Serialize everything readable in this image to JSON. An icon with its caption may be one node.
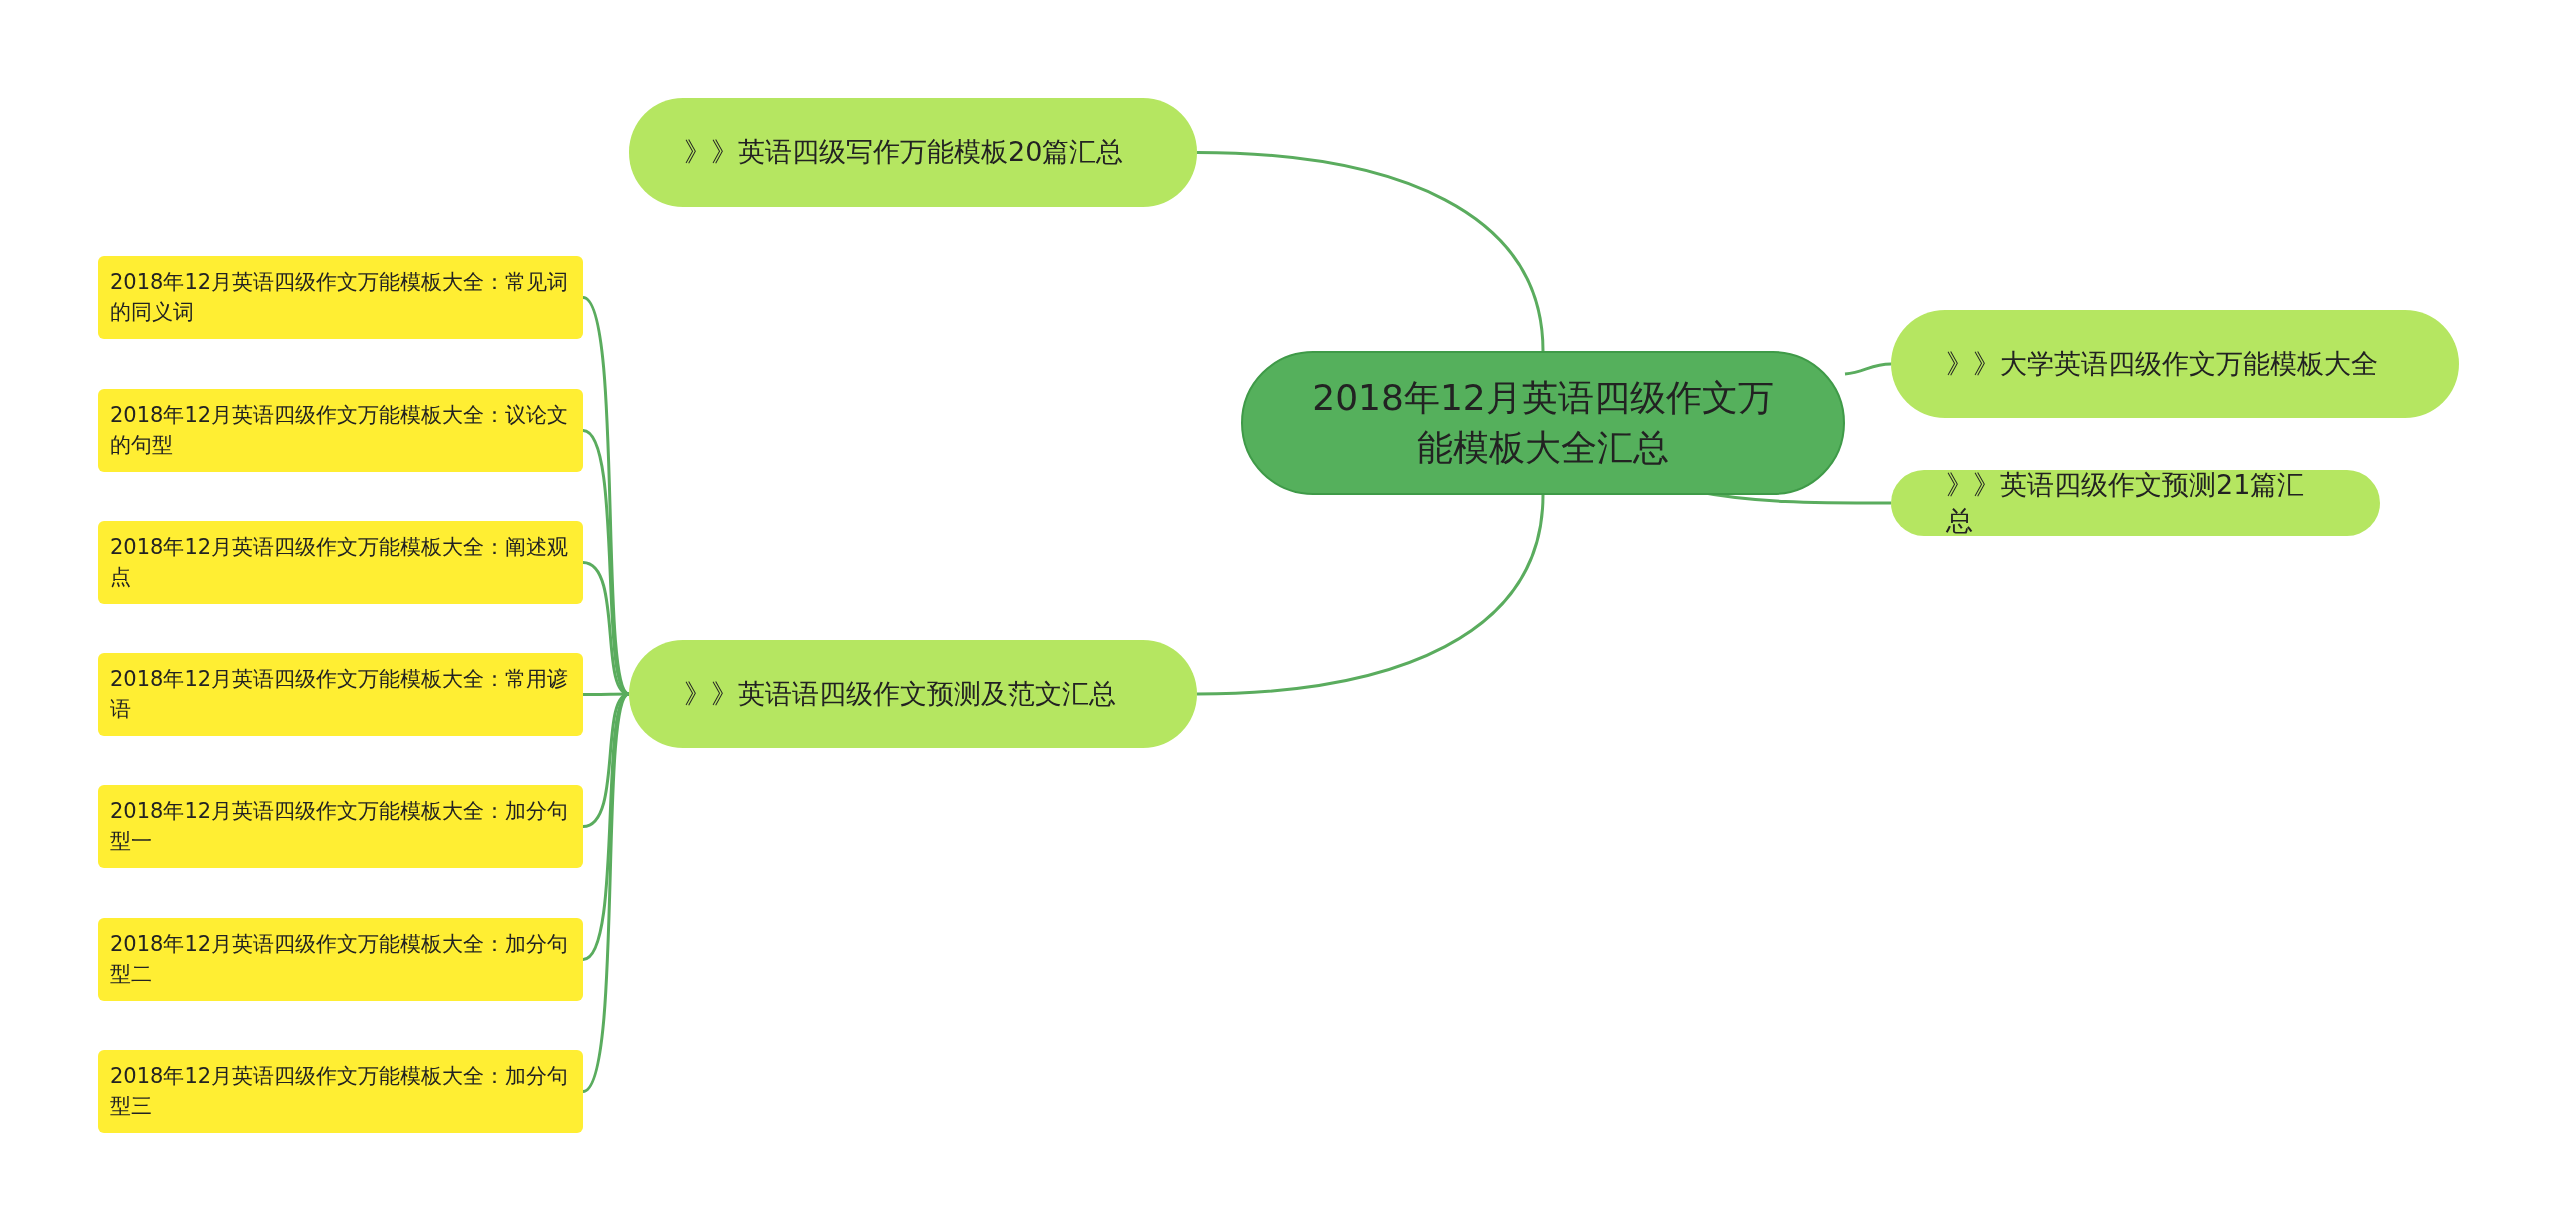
{
  "diagram": {
    "nodes": [
      {
        "text": [
          "2018年12月英语四级作文万能模板大全汇总"
        ]
      },
      {
        "text": [
          "》》英语四级写作万能模板20篇汇总"
        ]
      },
      {
        "text": [
          "》》大学英语四级作文万能模板大全"
        ]
      },
      {
        "text": [
          "》》英语四级作文预测21篇汇总"
        ]
      },
      {
        "text": [
          "》》英语语四级作文预测及范文汇总"
        ]
      },
      {
        "text": [
          "2018年12月英语四级作文万能模板大全：常见词的同义词"
        ]
      },
      {
        "text": [
          "2018年12月英语四级作文万能模板大全：议论文的句型"
        ]
      },
      {
        "text": [
          "2018年12月英语四级作文万能模板大全：阐述观点"
        ]
      },
      {
        "text": [
          "2018年12月英语四级作文万能模板大全：常用谚语"
        ]
      },
      {
        "text": [
          "2018年12月英语四级作文万能模板大全：加分句型一"
        ]
      },
      {
        "text": [
          "2018年12月英语四级作文万能模板大全：加分句型二"
        ]
      },
      {
        "text": [
          "2018年12月英语四级作文万能模板大全：加分句型三"
        ]
      }
    ],
    "edges": [
      {
        "from": 0,
        "to": 1,
        "arrow": "none"
      },
      {
        "from": 0,
        "to": 2,
        "arrow": "none"
      },
      {
        "from": 0,
        "to": 3,
        "arrow": "none"
      },
      {
        "from": 0,
        "to": 4,
        "arrow": "none"
      },
      {
        "from": 4,
        "to": 5,
        "arrow": "none"
      },
      {
        "from": 4,
        "to": 6,
        "arrow": "none"
      },
      {
        "from": 4,
        "to": 7,
        "arrow": "none"
      },
      {
        "from": 4,
        "to": 8,
        "arrow": "none"
      },
      {
        "from": 4,
        "to": 9,
        "arrow": "none"
      },
      {
        "from": 4,
        "to": 10,
        "arrow": "none"
      },
      {
        "from": 4,
        "to": 11,
        "arrow": "none"
      }
    ]
  }
}
